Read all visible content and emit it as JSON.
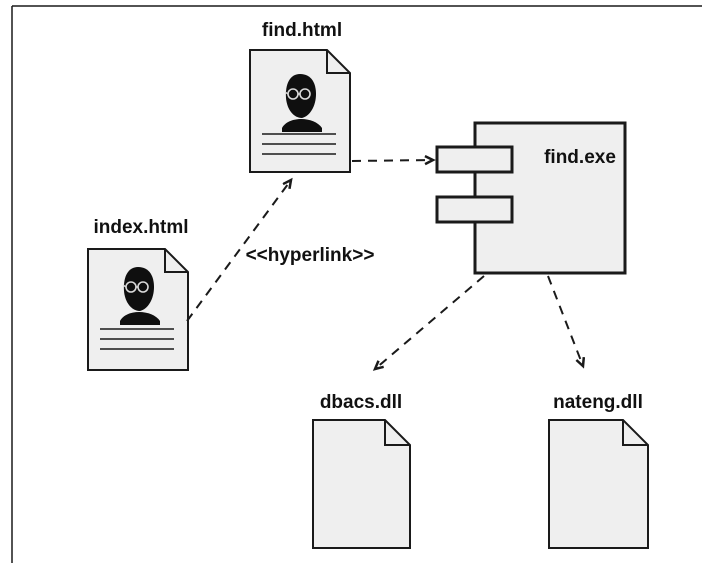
{
  "diagram": {
    "artifacts": {
      "find_html": "find.html",
      "index_html": "index.html",
      "dbacs_dll": "dbacs.dll",
      "nateng_dll": "nateng.dll"
    },
    "component": {
      "find_exe": "find.exe"
    },
    "stereotype": "<<hyperlink>>"
  },
  "colors": {
    "line": "#1a1a1a",
    "document_fill": "#efefef",
    "face": "#0f0f0f",
    "page_bg": "#ffffff"
  }
}
